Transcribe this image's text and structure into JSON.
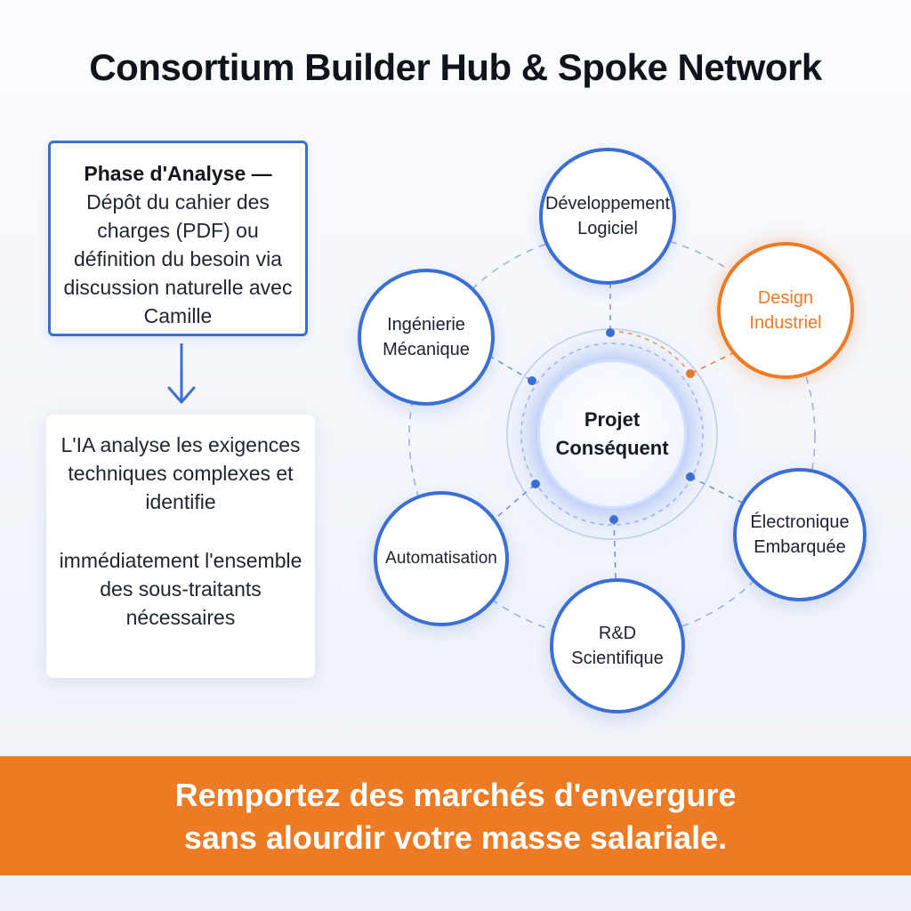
{
  "title": "Consortium Builder Hub & Spoke Network",
  "phase_card": {
    "title": "Phase d'Analyse —",
    "text": "Dépôt du cahier des charges (PDF) ou définition du besoin via discussion naturelle avec Camille"
  },
  "ai_card": {
    "paragraph1": "L'IA analyse les exigences techniques complexes et identifie",
    "paragraph2": "immédiatement l'ensemble des sous-traitants nécessaires"
  },
  "hub": {
    "line1": "Projet",
    "line2": "Conséquent"
  },
  "nodes": [
    {
      "line1": "Développement",
      "line2": "Logiciel"
    },
    {
      "line1": "Design",
      "line2": "Industriel"
    },
    {
      "line1": "Électronique",
      "line2": "Embarquée"
    },
    {
      "line1": "R&D",
      "line2": "Scientifique"
    },
    {
      "line1": "Automatisation",
      "line2": ""
    },
    {
      "line1": "Ingénierie",
      "line2": "Mécanique"
    }
  ],
  "banner": {
    "line1": "Remportez des marchés d'envergure",
    "line2": "sans alourdir votre masse salariale."
  },
  "colors": {
    "accent_blue": "#3b6fd4",
    "accent_orange": "#ee7a24"
  },
  "icons": {
    "flow_arrow": "arrow-down-icon"
  }
}
